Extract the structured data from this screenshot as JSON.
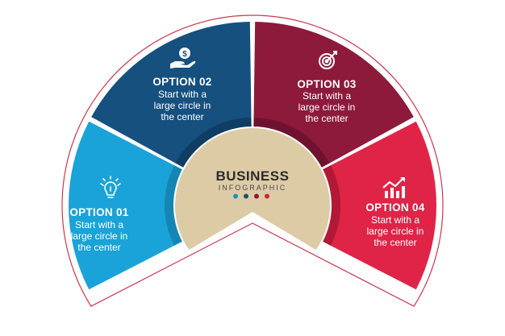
{
  "center": {
    "title": "BUSINESS",
    "subtitle": "INFOGRAPHIC",
    "dot_colors": [
      "#1e8fc2",
      "#1b4e7d",
      "#8b1735",
      "#d6203e"
    ]
  },
  "colors": {
    "option1": "#1aa3d8",
    "option1_inner": "#1586b4",
    "option2": "#15507f",
    "option2_inner": "#0f3d63",
    "option3": "#8d1a3b",
    "option3_inner": "#6f1230",
    "option4": "#df2447",
    "option4_inner": "#b11937",
    "center_fill": "#ddcba6",
    "outline": "#c9384d"
  },
  "options": [
    {
      "title": "OPTION 01",
      "line1": "Start with a",
      "line2": "large circle in",
      "line3": "the center",
      "icon": "lightbulb-icon"
    },
    {
      "title": "OPTION 02",
      "line1": "Start with a",
      "line2": "large circle in",
      "line3": "the center",
      "icon": "hand-coin-icon"
    },
    {
      "title": "OPTION 03",
      "line1": "Start with a",
      "line2": "large circle in",
      "line3": "the center",
      "icon": "target-icon"
    },
    {
      "title": "OPTION 04",
      "line1": "Start with a",
      "line2": "large circle in",
      "line3": "the center",
      "icon": "growth-chart-icon"
    }
  ]
}
